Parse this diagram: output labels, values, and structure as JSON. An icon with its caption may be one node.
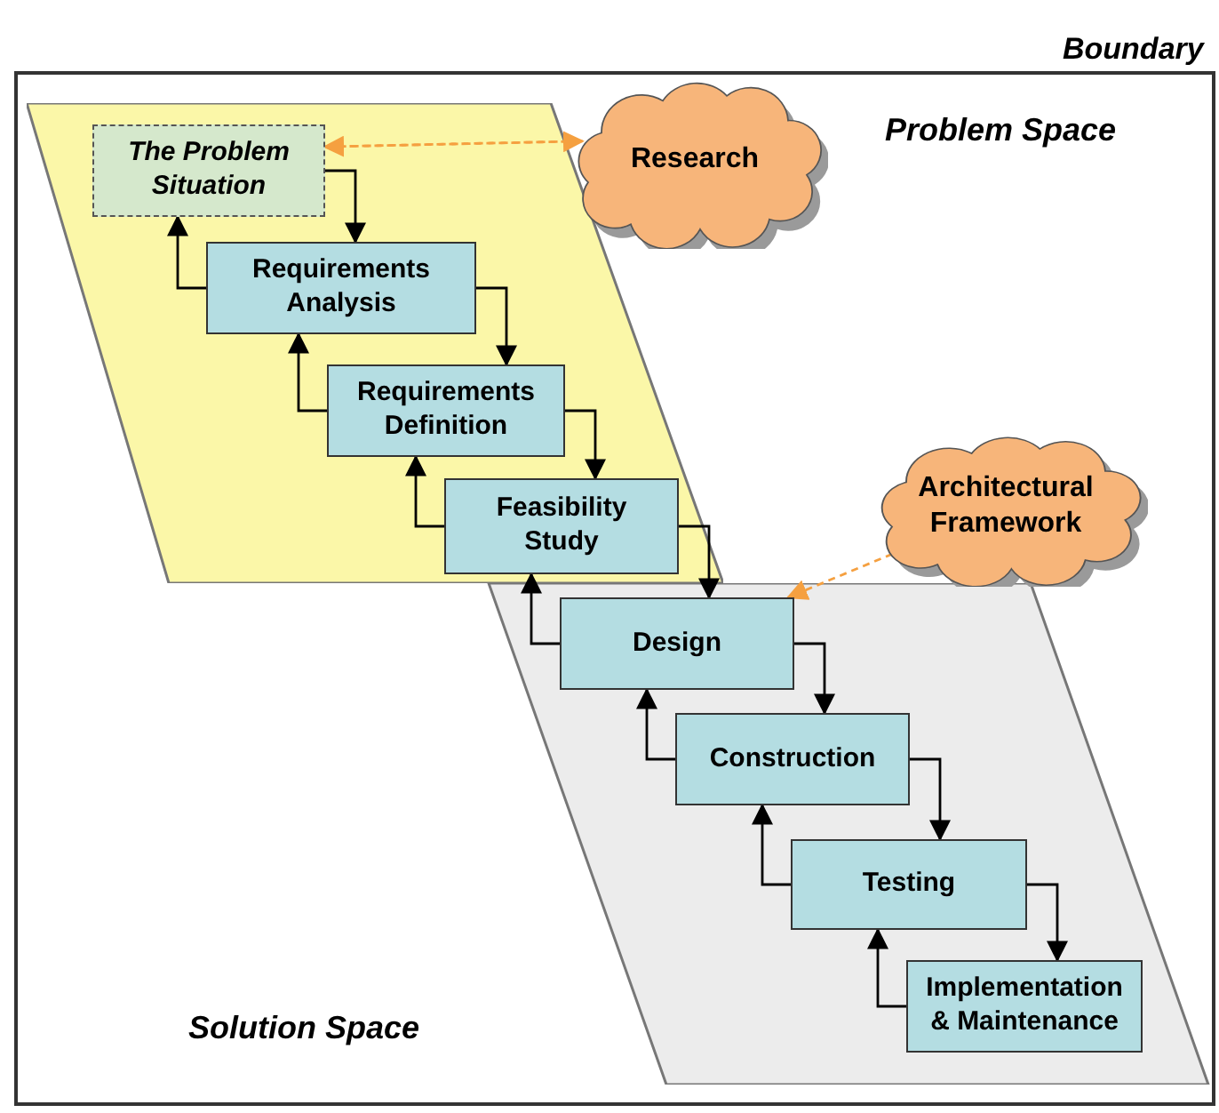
{
  "diagram": {
    "nodes": [
      {
        "text": [
          "Boundary"
        ]
      },
      {
        "text": [],
        "shape": "parallelogram",
        "in": 0
      },
      {
        "text": [],
        "shape": "parallelogram",
        "in": 0
      },
      {
        "text": [
          "The Problem Situation"
        ],
        "in": 1
      },
      {
        "text": [
          "Requirements Analysis"
        ],
        "in": 1
      },
      {
        "text": [
          "Requirements Definition"
        ],
        "in": 1
      },
      {
        "text": [
          "Feasibility Study"
        ],
        "in": 1
      },
      {
        "text": [
          "Design"
        ],
        "in": 2
      },
      {
        "text": [
          "Construction"
        ],
        "in": 2
      },
      {
        "text": [
          "Testing"
        ],
        "in": 2
      },
      {
        "text": [
          "Implementation & Maintenance"
        ],
        "in": 2
      },
      {
        "text": [
          "Research"
        ],
        "in": 0
      },
      {
        "text": [
          "Architectural Framework"
        ],
        "in": 0
      }
    ],
    "edges": [
      {
        "from": 3,
        "to": 4,
        "arrow": "to"
      },
      {
        "from": 4,
        "to": 5,
        "arrow": "to"
      },
      {
        "from": 5,
        "to": 6,
        "arrow": "to"
      },
      {
        "from": 6,
        "to": 7,
        "arrow": "to"
      },
      {
        "from": 7,
        "to": 8,
        "arrow": "to"
      },
      {
        "from": 8,
        "to": 9,
        "arrow": "to"
      },
      {
        "from": 9,
        "to": 10,
        "arrow": "to"
      },
      {
        "from": 4,
        "to": 3,
        "arrow": "to"
      },
      {
        "from": 5,
        "to": 4,
        "arrow": "to"
      },
      {
        "from": 6,
        "to": 5,
        "arrow": "to"
      },
      {
        "from": 7,
        "to": 6,
        "arrow": "to"
      },
      {
        "from": 8,
        "to": 7,
        "arrow": "to"
      },
      {
        "from": 9,
        "to": 8,
        "arrow": "to"
      },
      {
        "from": 10,
        "to": 9,
        "arrow": "to"
      },
      {
        "from": 3,
        "to": 11,
        "arrow": "to",
        "style": "dashed",
        "color": "#f5a040"
      },
      {
        "from": 11,
        "to": 3,
        "arrow": "to",
        "style": "dashed",
        "color": "#f5a040"
      },
      {
        "from": 12,
        "to": 7,
        "arrow": "to",
        "style": "dashed",
        "color": "#f5a040"
      }
    ],
    "labels": [
      "Problem Space",
      "Solution Space"
    ]
  }
}
